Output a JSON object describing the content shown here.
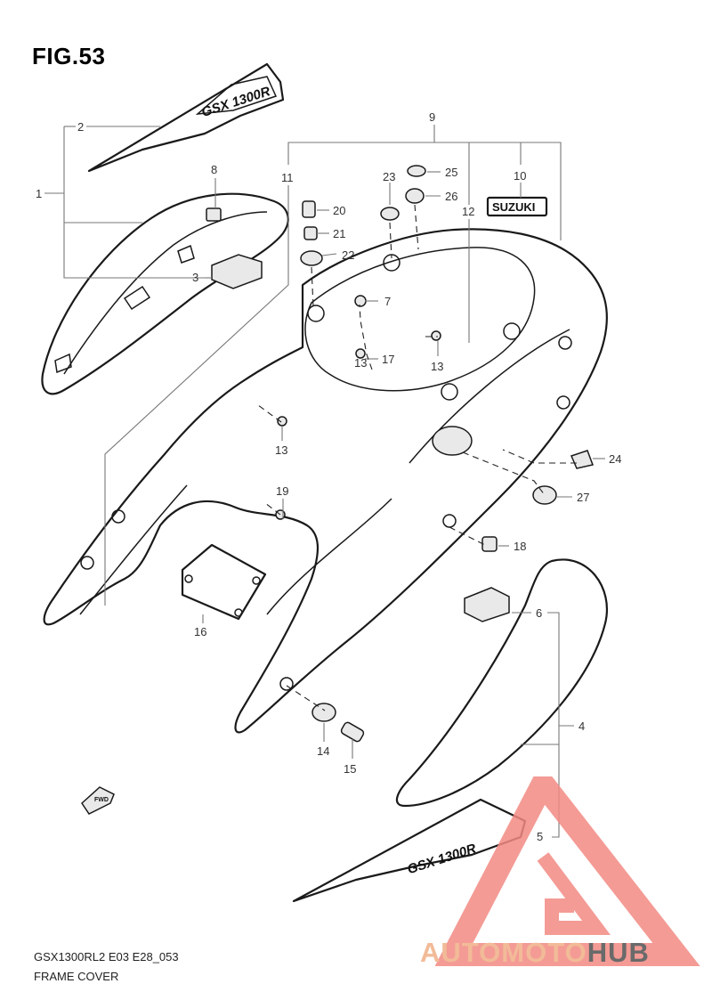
{
  "figure": {
    "title": "FIG.53"
  },
  "caption": {
    "model_code": "GSX1300RL2 E03 E28_053",
    "name": "FRAME COVER"
  },
  "decals": {
    "upper_logo": "GSX 1300R",
    "lower_logo": "GSX 1300R",
    "brand_emblem": "SUZUKI",
    "fwd_arrow": "FWD"
  },
  "callouts": [
    "1",
    "2",
    "3",
    "4",
    "5",
    "6",
    "7",
    "8",
    "9",
    "10",
    "11",
    "12",
    "13",
    "13",
    "13",
    "14",
    "15",
    "16",
    "17",
    "18",
    "19",
    "20",
    "21",
    "22",
    "23",
    "24",
    "25",
    "26",
    "27"
  ],
  "watermark": {
    "part1": "AUTO",
    "part2": "MOTO",
    "part3": "HUB",
    "colors": {
      "auto": "#f2bb98",
      "moto": "#f2bb98",
      "hub": "#6a6a6a",
      "triangle": "#f28a82"
    }
  }
}
